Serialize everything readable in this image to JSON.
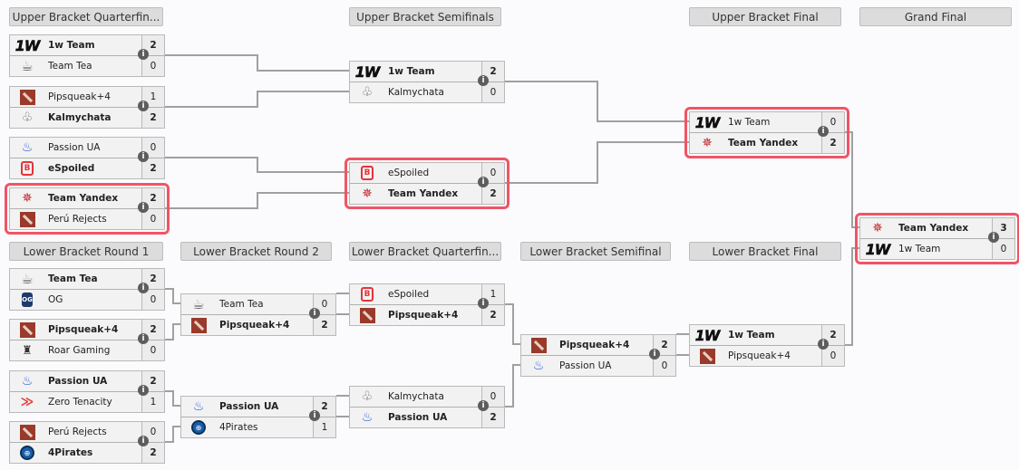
{
  "colors": {
    "highlight": "#f05566",
    "header_bg": "#dcdcdc",
    "line": "#a0a0a0",
    "info": "#5d5d5d"
  },
  "rounds": {
    "ubqf": "Upper Bracket Quarterfin...",
    "ubsf": "Upper Bracket Semifinals",
    "ubf": "Upper Bracket Final",
    "gf": "Grand Final",
    "lbr1": "Lower Bracket Round 1",
    "lbr2": "Lower Bracket Round 2",
    "lbqf": "Lower Bracket Quarterfin...",
    "lbsf": "Lower Bracket Semifinal",
    "lbf": "Lower Bracket Final"
  },
  "matches": {
    "ubqf1": {
      "t1": {
        "name": "1w Team",
        "score": "2",
        "logo": "1w-logo"
      },
      "t2": {
        "name": "Team Tea",
        "score": "0",
        "logo": "tea-logo"
      }
    },
    "ubqf2": {
      "t1": {
        "name": "Pipsqueak+4",
        "score": "1",
        "logo": "dota-logo"
      },
      "t2": {
        "name": "Kalmychata",
        "score": "2",
        "logo": "kalmychata-logo"
      }
    },
    "ubqf3": {
      "t1": {
        "name": "Passion UA",
        "score": "0",
        "logo": "passion-logo"
      },
      "t2": {
        "name": "eSpoiled",
        "score": "2",
        "logo": "espoiled-logo"
      }
    },
    "ubqf4": {
      "t1": {
        "name": "Team Yandex",
        "score": "2",
        "logo": "yandex-logo"
      },
      "t2": {
        "name": "Perú Rejects",
        "score": "0",
        "logo": "dota-logo"
      }
    },
    "ubsf1": {
      "t1": {
        "name": "1w Team",
        "score": "2",
        "logo": "1w-logo"
      },
      "t2": {
        "name": "Kalmychata",
        "score": "0",
        "logo": "kalmychata-logo"
      }
    },
    "ubsf2": {
      "t1": {
        "name": "eSpoiled",
        "score": "0",
        "logo": "espoiled-logo"
      },
      "t2": {
        "name": "Team Yandex",
        "score": "2",
        "logo": "yandex-logo"
      }
    },
    "ubf": {
      "t1": {
        "name": "1w Team",
        "score": "0",
        "logo": "1w-logo"
      },
      "t2": {
        "name": "Team Yandex",
        "score": "2",
        "logo": "yandex-logo"
      }
    },
    "gf": {
      "t1": {
        "name": "Team Yandex",
        "score": "3",
        "logo": "yandex-logo"
      },
      "t2": {
        "name": "1w Team",
        "score": "0",
        "logo": "1w-logo"
      }
    },
    "lbr1a": {
      "t1": {
        "name": "Team Tea",
        "score": "2",
        "logo": "tea-logo"
      },
      "t2": {
        "name": "OG",
        "score": "0",
        "logo": "og-logo"
      }
    },
    "lbr1b": {
      "t1": {
        "name": "Pipsqueak+4",
        "score": "2",
        "logo": "dota-logo"
      },
      "t2": {
        "name": "Roar Gaming",
        "score": "0",
        "logo": "roar-logo"
      }
    },
    "lbr1c": {
      "t1": {
        "name": "Passion UA",
        "score": "2",
        "logo": "passion-logo"
      },
      "t2": {
        "name": "Zero Tenacity",
        "score": "1",
        "logo": "zero-tenacity-logo"
      }
    },
    "lbr1d": {
      "t1": {
        "name": "Perú Rejects",
        "score": "0",
        "logo": "dota-logo"
      },
      "t2": {
        "name": "4Pirates",
        "score": "2",
        "logo": "4pirates-logo"
      }
    },
    "lbr2a": {
      "t1": {
        "name": "Team Tea",
        "score": "0",
        "logo": "tea-logo"
      },
      "t2": {
        "name": "Pipsqueak+4",
        "score": "2",
        "logo": "dota-logo"
      }
    },
    "lbr2b": {
      "t1": {
        "name": "Passion UA",
        "score": "2",
        "logo": "passion-logo"
      },
      "t2": {
        "name": "4Pirates",
        "score": "1",
        "logo": "4pirates-logo"
      }
    },
    "lbqf1": {
      "t1": {
        "name": "eSpoiled",
        "score": "1",
        "logo": "espoiled-logo"
      },
      "t2": {
        "name": "Pipsqueak+4",
        "score": "2",
        "logo": "dota-logo"
      }
    },
    "lbqf2": {
      "t1": {
        "name": "Kalmychata",
        "score": "0",
        "logo": "kalmychata-logo"
      },
      "t2": {
        "name": "Passion UA",
        "score": "2",
        "logo": "passion-logo"
      }
    },
    "lbsf": {
      "t1": {
        "name": "Pipsqueak+4",
        "score": "2",
        "logo": "dota-logo"
      },
      "t2": {
        "name": "Passion UA",
        "score": "0",
        "logo": "passion-logo"
      }
    },
    "lbf": {
      "t1": {
        "name": "1w Team",
        "score": "2",
        "logo": "1w-logo"
      },
      "t2": {
        "name": "Pipsqueak+4",
        "score": "0",
        "logo": "dota-logo"
      }
    }
  },
  "info_glyph": "i",
  "logo_glyphs": {
    "w1": "1W",
    "tea": "☕",
    "kal": "♧",
    "pas": "♨",
    "esp": "B",
    "yan": "✵",
    "og": "OG",
    "roar": "♜",
    "zt": "≫",
    "fp": "⊕"
  }
}
